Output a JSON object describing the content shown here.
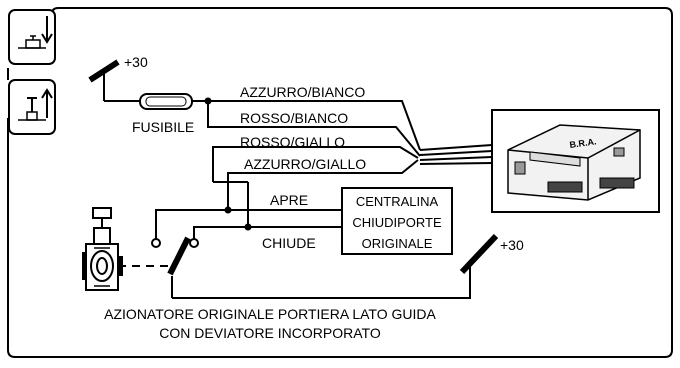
{
  "power_top": "+30",
  "power_bottom": "+30",
  "fuse_label": "FUSIBILE",
  "wires": {
    "azzurro_bianco": "AZZURRO/BIANCO",
    "rosso_bianco": "ROSSO/BIANCO",
    "rosso_giallo": "ROSSO/GIALLO",
    "azzurro_giallo": "AZZURRO/GIALLO"
  },
  "switch_labels": {
    "open": "APRE",
    "close": "CHIUDE"
  },
  "control_unit": {
    "line1": "CENTRALINA",
    "line2": "CHIUDIPORTE",
    "line3": "ORIGINALE"
  },
  "actuator_caption": {
    "line1": "AZIONATORE ORIGINALE PORTIERA LATO GUIDA",
    "line2": "CON DEVIATORE INCORPORATO"
  },
  "module_label": "B.R.A."
}
